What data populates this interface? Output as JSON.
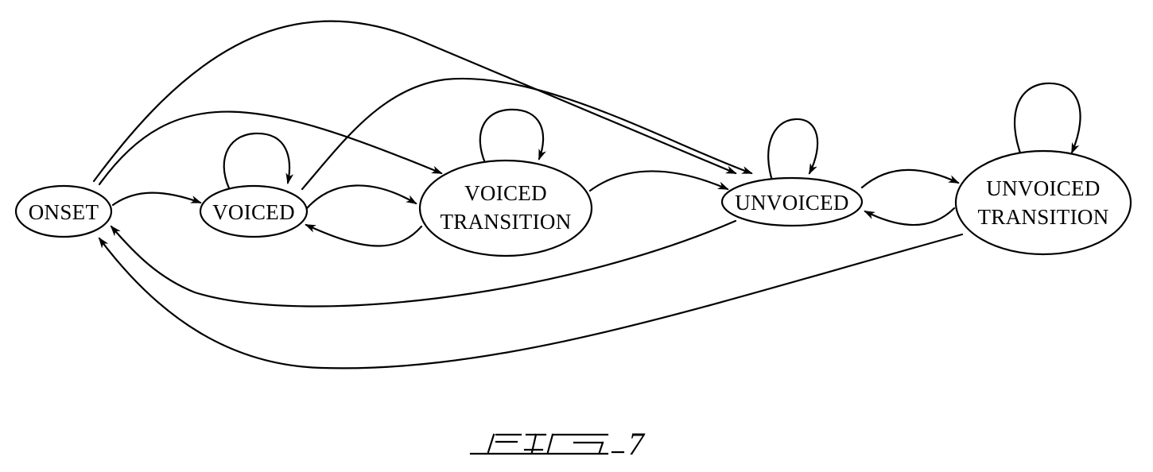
{
  "diagram": {
    "states": {
      "onset": "ONSET",
      "voiced": "VOICED",
      "voiced_transition": [
        "VOICED",
        "TRANSITION"
      ],
      "unvoiced": "UNVOICED",
      "unvoiced_transition": [
        "UNVOICED",
        "TRANSITION"
      ]
    },
    "transitions": [
      {
        "from": "ONSET",
        "to": "VOICED"
      },
      {
        "from": "ONSET",
        "to": "VOICED TRANSITION"
      },
      {
        "from": "ONSET",
        "to": "UNVOICED"
      },
      {
        "from": "VOICED",
        "to": "VOICED"
      },
      {
        "from": "VOICED",
        "to": "VOICED TRANSITION"
      },
      {
        "from": "VOICED",
        "to": "UNVOICED"
      },
      {
        "from": "VOICED TRANSITION",
        "to": "VOICED TRANSITION"
      },
      {
        "from": "VOICED TRANSITION",
        "to": "VOICED"
      },
      {
        "from": "VOICED TRANSITION",
        "to": "UNVOICED"
      },
      {
        "from": "UNVOICED",
        "to": "UNVOICED"
      },
      {
        "from": "UNVOICED",
        "to": "UNVOICED TRANSITION"
      },
      {
        "from": "UNVOICED",
        "to": "ONSET"
      },
      {
        "from": "UNVOICED TRANSITION",
        "to": "UNVOICED TRANSITION"
      },
      {
        "from": "UNVOICED TRANSITION",
        "to": "UNVOICED"
      },
      {
        "from": "UNVOICED TRANSITION",
        "to": "ONSET"
      }
    ]
  },
  "figure": {
    "number": "7"
  }
}
